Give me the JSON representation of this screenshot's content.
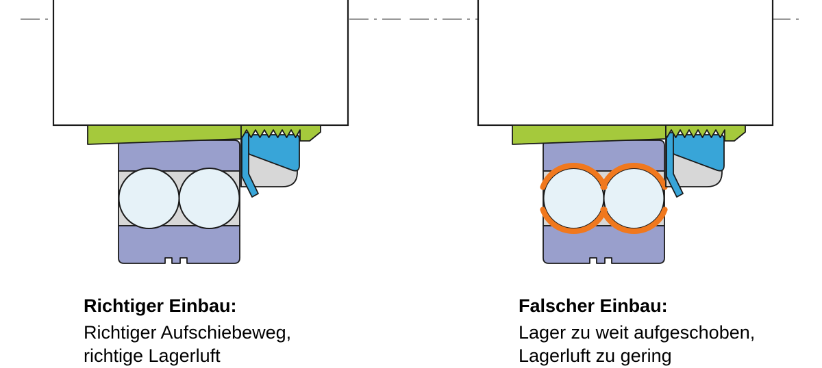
{
  "colors": {
    "background": "#ffffff",
    "outline": "#1a1a1a",
    "centerline": "#777777",
    "green": "#a5c93c",
    "blue": "#38a5d8",
    "purple": "#999fcc",
    "gray": "#d7d7d7",
    "roller": "#e6f2f8",
    "orange": "#f0781e"
  },
  "captions": {
    "correct": {
      "heading": "Richtiger Einbau:",
      "line1": "Richtiger Aufschiebeweg,",
      "line2": "richtige Lagerluft"
    },
    "incorrect": {
      "heading": "Falscher Einbau:",
      "line1": "Lager zu weit aufgeschoben,",
      "line2": "Lagerluft zu gering"
    }
  }
}
